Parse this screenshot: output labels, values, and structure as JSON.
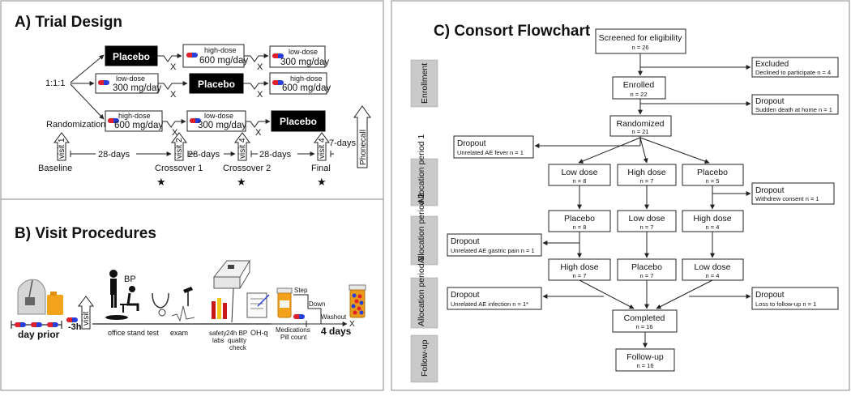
{
  "panelA": {
    "title": "A) Trial Design",
    "ratio": "1:1:1",
    "randomization": "Randomization",
    "row1": {
      "b1": "Placebo",
      "b2_small": "high-dose",
      "b2_big": "600 mg/day",
      "b3_small": "low-dose",
      "b3_big": "300 mg/day"
    },
    "row2": {
      "b1_small": "low-dose",
      "b1_big": "300 mg/day",
      "b2": "Placebo",
      "b3_small": "high-dose",
      "b3_big": "600 mg/day"
    },
    "row3": {
      "b1_small": "high-dose",
      "b1_big": "600 mg/day",
      "b2_small": "low-dose",
      "b2_big": "300 mg/day",
      "b3": "Placebo"
    },
    "washout_mark": "X",
    "visits": [
      "visit 1",
      "visit 2",
      "visit 4",
      "visit 4"
    ],
    "phonecall": "Phonecall",
    "intervals": [
      "28-days",
      "28-days",
      "28-days",
      "7-days"
    ],
    "milestones": [
      "Baseline",
      "Crossover 1",
      "Crossover 2",
      "Final"
    ],
    "star": "★"
  },
  "panelB": {
    "title": "B) Visit Procedures",
    "bp": "BP",
    "day_prior": "day prior",
    "minus3h": "-3h",
    "visit": "visit",
    "office_stand_test": "office stand test",
    "exam": "exam",
    "safety_labs": [
      "safety",
      "labs"
    ],
    "bp24": [
      "24h BP",
      "quality",
      "check"
    ],
    "ohq": "OH-q",
    "medications": [
      "Medications",
      "Pill count"
    ],
    "step": "Step",
    "down": "Down",
    "washout": "Washout",
    "x": "X",
    "four_days": "4 days"
  },
  "panelC": {
    "title": "C) Consort Flowchart",
    "stages": [
      "Enrollment",
      "Allocation period 1",
      "Allocation period 2",
      "Allocation period 3",
      "Follow-up"
    ],
    "screened": {
      "label": "Screened for eligibility",
      "n": "n = 26"
    },
    "excluded": {
      "label": "Excluded",
      "detail": "Declined to participate n = 4"
    },
    "enrolled": {
      "label": "Enrolled",
      "n": "n = 22"
    },
    "dropout_enroll": {
      "label": "Dropout",
      "detail": "Sudden death at home n = 1"
    },
    "randomized": {
      "label": "Randomized",
      "n": "n = 21"
    },
    "dropout_rand": {
      "label": "Dropout",
      "detail": "Unrelated AE  fever n = 1"
    },
    "p1": [
      {
        "label": "Low dose",
        "n": "n = 8"
      },
      {
        "label": "High dose",
        "n": "n = 7"
      },
      {
        "label": "Placebo",
        "n": "n = 5"
      }
    ],
    "dropout_p1": {
      "label": "Dropout",
      "detail": "Withdrew consent n = 1"
    },
    "p2": [
      {
        "label": "Placebo",
        "n": "n = 8"
      },
      {
        "label": "Low dose",
        "n": "n = 7"
      },
      {
        "label": "High dose",
        "n": "n = 4"
      }
    ],
    "dropout_p2": {
      "label": "Dropout",
      "detail": "Unrelated AE  gastric pain n = 1"
    },
    "p3": [
      {
        "label": "High dose",
        "n": "n = 7"
      },
      {
        "label": "Placebo",
        "n": "n = 7"
      },
      {
        "label": "Low dose",
        "n": "n = 4"
      }
    ],
    "dropout_p3_left": {
      "label": "Dropout",
      "detail": "Unrelated AE  infection n = 1*"
    },
    "dropout_p3_right": {
      "label": "Dropout",
      "detail": "Loss to follow-up n = 1"
    },
    "completed": {
      "label": "Completed",
      "n": "n = 16"
    },
    "followup": {
      "label": "Follow-up",
      "n": "n = 16"
    }
  },
  "colors": {
    "pill_red": "#e0202a",
    "pill_blue": "#2a3fd8",
    "stage_grey": "#c9c9c9",
    "orange_bottle": "#f2a31b"
  }
}
